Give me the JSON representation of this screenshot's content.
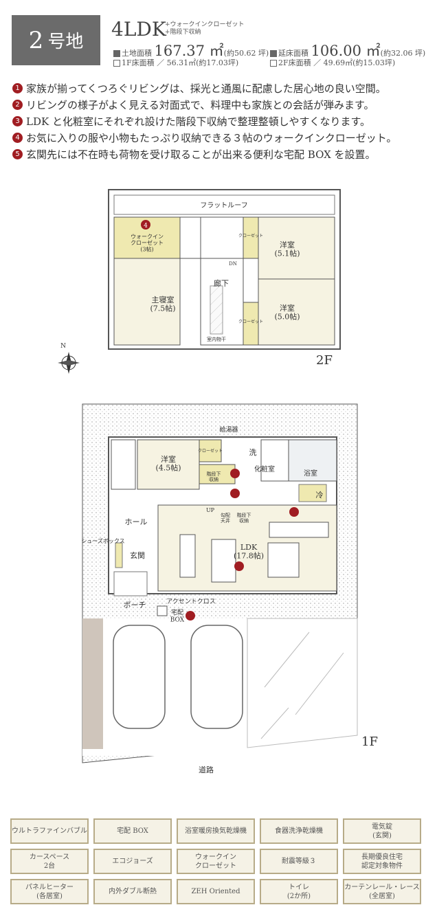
{
  "header": {
    "lot_number": "2",
    "lot_suffix": "号地",
    "layout_type": "4LDK",
    "layout_extras": [
      "+ウォークインクローゼット",
      "+階段下収納"
    ],
    "land_area_label": "土地面積",
    "land_area_value": "167.37 ㎡",
    "land_area_tsubo": "(約50.62 坪)",
    "floor_area_label": "延床面積",
    "floor_area_value": "106.00 ㎡",
    "floor_area_tsubo": "(約32.06 坪)",
    "f1_area": "1F床面積 ／ 56.31㎡(約17.03坪)",
    "f2_area": "2F床面積 ／ 49.69㎡(約15.03坪)"
  },
  "features": [
    {
      "n": "1",
      "text": "家族が揃ってくつろぐリビングは、採光と通風に配慮した居心地の良い空間。"
    },
    {
      "n": "2",
      "text": "リビングの様子がよく見える対面式で、料理中も家族との会話が弾みます。"
    },
    {
      "n": "3",
      "text": "LDK と化粧室にそれぞれ設けた階段下収納で整理整頓しやすくなります。"
    },
    {
      "n": "4",
      "text": "お気に入りの服や小物もたっぷり収納できる３帖のウォークインクローゼット。"
    },
    {
      "n": "5",
      "text": "玄関先には不在時も荷物を受け取ることが出来る便利な宅配 BOX を設置。"
    }
  ],
  "plan2f": {
    "floor": "2F",
    "roof": "フラットルーフ",
    "wic": "ウォークイン\nクローゼット\n(3帖)",
    "closet": "クローゼット",
    "western1": "洋室\n(5.1帖)",
    "western2": "洋室\n(5.0帖)",
    "master": "主寝室\n(7.5帖)",
    "hall": "廊下",
    "dry": "室内物干",
    "dn": "DN",
    "north": "N"
  },
  "plan1f": {
    "floor": "1F",
    "water_heater": "給湯器",
    "western": "洋室\n(4.5帖)",
    "closet": "クローゼット",
    "wash": "洗",
    "vanity": "化粧室",
    "bath": "浴室",
    "understair1": "階段下\n収納",
    "understair2": "階段下\n収納",
    "fridge": "冷",
    "up": "UP",
    "ceiling": "勾配\n天井",
    "hall": "ホール",
    "shoes": "シューズボックス",
    "entrance": "玄関",
    "ldk": "LDK\n(17.8帖)",
    "porch": "ポーチ",
    "accent": "アクセントクロス",
    "box": "宅配\nBOX",
    "road": "道路"
  },
  "equipment": [
    "ウルトラファインバブル",
    "宅配 BOX",
    "浴室暖房換気乾燥機",
    "食器洗浄乾燥機",
    "電気錠\n(玄関)",
    "カースペース\n2台",
    "エコジョーズ",
    "ウォークイン\nクローゼット",
    "耐震等級３",
    "長期優良住宅\n認定対象物件",
    "パネルヒーター\n(各居室)",
    "内外ダブル断熱",
    "ZEH Oriented",
    "トイレ\n(2か所)",
    "カーテンレール・レース\n(全居室)"
  ],
  "colors": {
    "badge": "#a01d22",
    "lot_box": "#6b6b6b",
    "cell_bg": "#f5f2e6",
    "cell_border": "#b7ab88",
    "storage": "#efe9b0"
  }
}
